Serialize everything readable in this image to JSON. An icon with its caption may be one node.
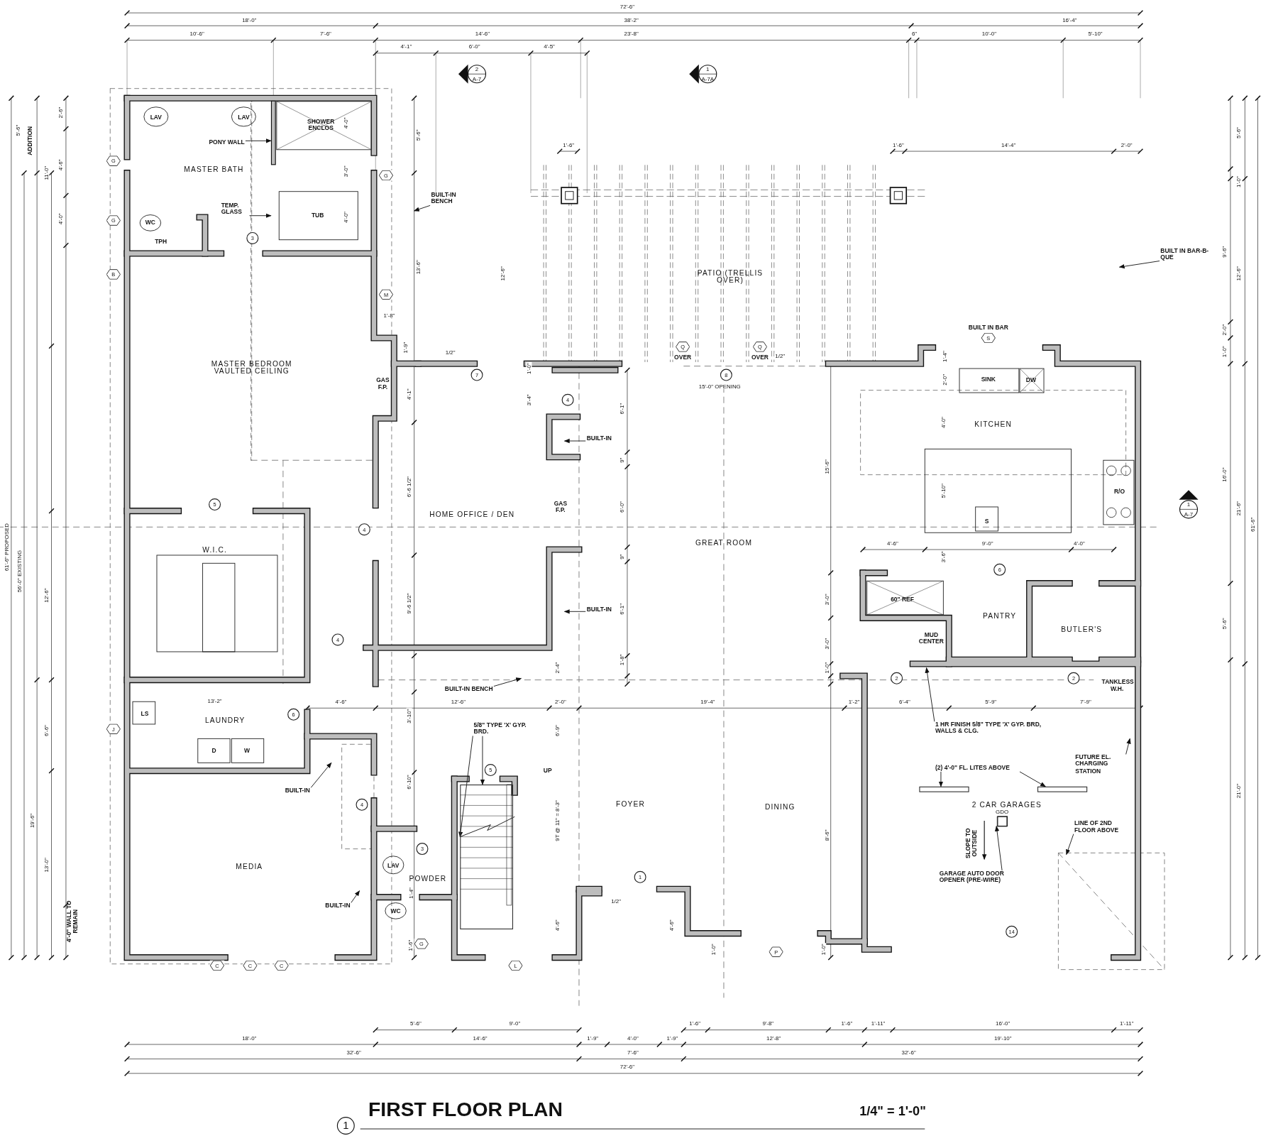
{
  "diagram": {
    "title": "FIRST FLOOR PLAN",
    "nodes": [
      {
        "text": [
          "PONY WALL"
        ]
      },
      {
        "text": [
          "TEMP. GLASS"
        ]
      },
      {
        "text": [
          "BUILT-IN BENCH"
        ]
      },
      {
        "text": [
          "BUILT IN BAR-B-QUE"
        ]
      },
      {
        "text": [
          "BUILT-IN"
        ]
      },
      {
        "text": [
          "BUILT-IN"
        ]
      },
      {
        "text": [
          "BUILT-IN BENCH"
        ]
      },
      {
        "text": [
          "5/8\" TYPE 'X' GYP. BRD."
        ]
      },
      {
        "text": [
          "1 HR FINISH 5/8\" TYPE 'X' GYP. BRD, WALLS & CLG."
        ]
      },
      {
        "text": [
          "(2) 4'-0\" FL. LITES ABOVE"
        ]
      },
      {
        "text": [
          "FUTURE EL. CHARGING STATION"
        ]
      },
      {
        "text": [
          "BUILT-IN"
        ]
      },
      {
        "text": [
          "BUILT-IN"
        ]
      },
      {
        "text": [
          "GARAGE AUTO DOOR OPENER (PRE-WIRE)"
        ]
      },
      {
        "text": [
          "GDO"
        ]
      },
      {
        "text": [
          "LINE OF 2ND FLOOR ABOVE"
        ]
      },
      {
        "text": [],
        "shape": "bar"
      },
      {
        "text": [],
        "shape": "box"
      },
      {
        "text": [],
        "shape": "box"
      },
      {
        "text": [],
        "shape": "box"
      }
    ],
    "edges": [
      {
        "from": 0,
        "to": 16,
        "arrow": "to"
      },
      {
        "from": 1,
        "to": null,
        "arrow": "to"
      },
      {
        "from": 2,
        "to": null,
        "arrow": "to"
      },
      {
        "from": 3,
        "to": null,
        "arrow": "to"
      },
      {
        "from": 4,
        "to": null,
        "arrow": "to"
      },
      {
        "from": 5,
        "to": null,
        "arrow": "to"
      },
      {
        "from": 6,
        "to": null,
        "arrow": "to"
      },
      {
        "from": 7,
        "to": 17,
        "arrow": "to"
      },
      {
        "from": 7,
        "to": 17,
        "arrow": "to"
      },
      {
        "from": 8,
        "to": null,
        "arrow": "to"
      },
      {
        "from": 9,
        "to": 18,
        "arrow": "to"
      },
      {
        "from": 9,
        "to": 19,
        "arrow": "to"
      },
      {
        "from": 10,
        "to": null,
        "arrow": "to"
      },
      {
        "from": 11,
        "to": null,
        "arrow": "to"
      },
      {
        "from": 12,
        "to": null,
        "arrow": "to"
      },
      {
        "from": 13,
        "to": 14,
        "arrow": "to"
      },
      {
        "from": 15,
        "to": null,
        "arrow": "to"
      }
    ],
    "labels": [
      "72'-6\"",
      "18'-0\"",
      "38'-2\"",
      "16'-4\"",
      "10'-6\"",
      "7'-6\"",
      "14'-6\"",
      "23'-8\"",
      "6\"",
      "10'-0\"",
      "5'-10\"",
      "4'-1\"",
      "6'-0\"",
      "4'-5\"",
      "2",
      "A-7",
      "1",
      "A-7A",
      "2'-6\"",
      "LAV",
      "LAV",
      "SHOWER ENCLOS",
      "4'-0\"",
      "5'-6\"",
      "ADDITION",
      "5'-6\"",
      "5'-6\"",
      "1'-6\"",
      "1'-6\"",
      "14'-4\"",
      "2'-0\"",
      "11'-0\"",
      "4'-6\"",
      "G",
      "MASTER BATH",
      "3'-0\"",
      "G",
      "1'-0\"",
      "4'-0\"",
      "G",
      "WC",
      "TUB",
      "4'-0\"",
      "TPH",
      "3",
      "9'-6\"",
      "B",
      "13'-6\"",
      "12'-6\"",
      "PATIO (TRELLIS OVER)",
      "12'-6\"",
      "M",
      "1'-8\"",
      "BUILT IN BAR",
      "2'-0\"",
      "S",
      "1'-9\"",
      "Q",
      "Q",
      "1/2\"",
      "OVER",
      "OVER",
      "1/2\"",
      "1'-4\"",
      "1'-0\"",
      "MASTER BEDROOM VAULTED CEILING",
      "1'-0\"",
      "7",
      "8",
      "SINK",
      "2'-0\"",
      "DW",
      "GAS F.P.",
      "15'-0\" OPENING",
      "4'-1\"",
      "3'-4\"",
      "4",
      "6'-1\"",
      "4'-0\"",
      "KITCHEN",
      "9\"",
      "15'-6\"",
      "16'-0\"",
      "6'-6 1/2\"",
      "5'-10\"",
      "R/O",
      "5",
      "GAS F.P.",
      "6'-0\"",
      "1",
      "A-7",
      "21'-6\"",
      "HOME OFFICE / DEN",
      "S",
      "61'-6\"",
      "4",
      "GREAT ROOM",
      "4'-6\"",
      "9'-0\"",
      "4'-0\"",
      "61'-6\" PROPOSED",
      "W.I.C.",
      "9\"",
      "3'-6\"",
      "6",
      "56'-0\" EXISTING",
      "12'-6\"",
      "3'-0\"",
      "60\" REF",
      "9'-6 1/2\"",
      "6'-1\"",
      "PANTRY",
      "5'-6\"",
      "BUTLER'S",
      "4",
      "MUD CENTER",
      "3'-0\"",
      "1'-8\"",
      "2'-4\"",
      "1'-0\"",
      "2",
      "2",
      "TANKLESS W.H.",
      "13'-2\"",
      "4'-6\"",
      "12'-6\"",
      "2'-0\"",
      "19'-4\"",
      "1'-2\"",
      "6'-4\"",
      "5'-9\"",
      "7'-9\"",
      "LS",
      "6",
      "3'-10\"",
      "LAUNDRY",
      "J",
      "6'-6\"",
      "6'-9\"",
      "D",
      "W",
      "5",
      "UP",
      "6'-10\"",
      "21'-0\"",
      "4",
      "FOYER",
      "DINING",
      "2 CAR GARAGES",
      "19'-6\"",
      "9T @ 11\" = 8'-3\"",
      "8'-6\"",
      "SLOPE TO OUTSIDE",
      "3",
      "LAV",
      "13'-0\"",
      "MEDIA",
      "1",
      "POWDER",
      "1'-4\"",
      "1/2\"",
      "WC",
      "4'-0\" WALL TO REMAIN",
      "4'-6\"",
      "4'-6\"",
      "14",
      "1'-6\"",
      "G",
      "1'-0\"",
      "P",
      "1'-0\"",
      "C",
      "C",
      "C",
      "L",
      "5'-6\"",
      "9'-0\"",
      "1'-6\"",
      "9'-8\"",
      "1'-6\"",
      "1'-11\"",
      "16'-0\"",
      "1'-11\"",
      "18'-0\"",
      "14'-6\"",
      "1'-9\"",
      "4'-0\"",
      "1'-9\"",
      "12'-8\"",
      "19'-10\"",
      "32'-6\"",
      "7'-6\"",
      "32'-6\"",
      "72'-6\"",
      "1",
      "1/4\" = 1'-0\""
    ]
  }
}
